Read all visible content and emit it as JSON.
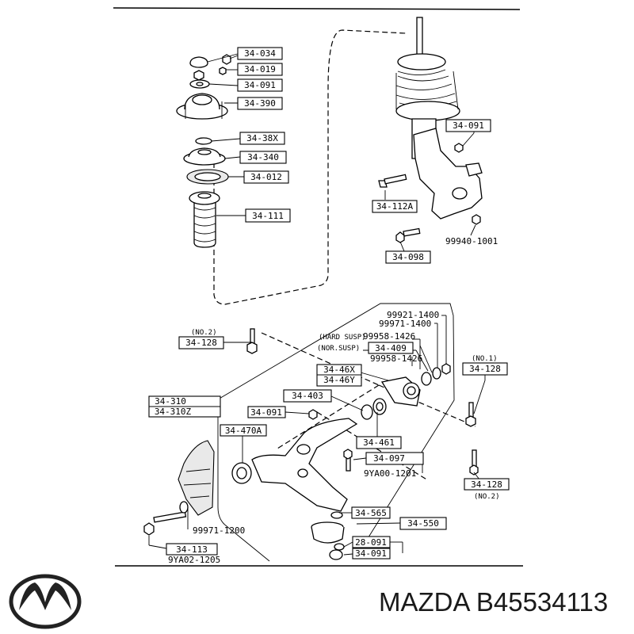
{
  "labels": {
    "l34_034": "34-034",
    "l34_019": "34-019",
    "l34_091a": "34-091",
    "l34_390": "34-390",
    "l34_38x": "34-38X",
    "l34_340": "34-340",
    "l34_012": "34-012",
    "l34_111": "34-111",
    "l34_091b": "34-091",
    "l34_112a": "34-112A",
    "l99940": "99940-1001",
    "l34_098": "34-098",
    "l99921": "99921-1400",
    "l99971a": "99971-1400",
    "hard_susp": "(HARD SUSP)",
    "l99958a": "99958-1426",
    "nor_susp": "(NOR.SUSP)",
    "l34_409": "34-409",
    "l99958b": "99958-1426",
    "no2_top": "(NO.2)",
    "l34_128a": "34-128",
    "l34_46x": "34-46X",
    "l34_46y": "34-46Y",
    "no1": "(NO.1)",
    "l34_128b": "34-128",
    "l34_310": "34-310",
    "l34_310z": "34-310Z",
    "l34_403": "34-403",
    "l34_091c": "34-091",
    "l34_470a": "34-470A",
    "l34_461": "34-461",
    "l34_097": "34-097",
    "l9ya00": "9YA00-1201",
    "l34_128c": "34-128",
    "no2_bot": "(NO.2)",
    "l34_565": "34-565",
    "l34_550": "34-550",
    "l99971b": "99971-1200",
    "l28_091": "28-091",
    "l34_091d": "34-091",
    "l34_113": "34-113",
    "l9ya02": "9YA02-1205"
  },
  "footer": {
    "brand_part": "MAZDA B45534113",
    "logo_icon": "mazda-logo-icon"
  }
}
